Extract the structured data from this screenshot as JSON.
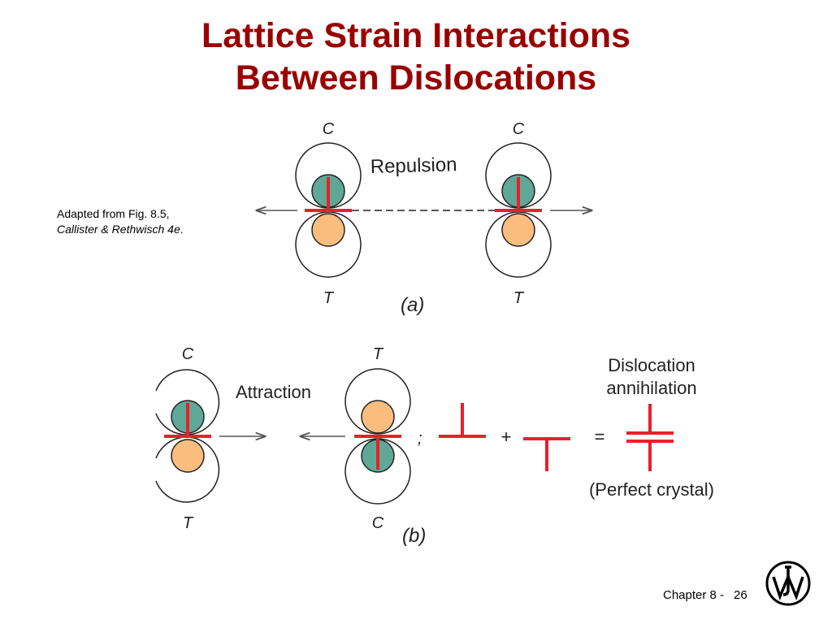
{
  "slide": {
    "title_line1": "Lattice Strain Interactions",
    "title_line2": "Between Dislocations"
  },
  "citation": {
    "prefix": "Adapted from Fig. 8.5, ",
    "source": "Callister & Rethwisch 4e",
    "suffix": "."
  },
  "diagram_a": {
    "top_label_left": "C",
    "top_label_right": "C",
    "bottom_label_left": "T",
    "bottom_label_right": "T",
    "interaction_label": "Repulsion",
    "panel_label": "(a)"
  },
  "diagram_b": {
    "top_label_left": "C",
    "top_label_right": "T",
    "bottom_label_left": "T",
    "bottom_label_right": "C",
    "interaction_label": "Attraction",
    "separator": ";",
    "plus": "+",
    "equals": "=",
    "result_label_line1": "Dislocation",
    "result_label_line2": "annihilation",
    "result_caption": "(Perfect crystal)",
    "panel_label": "(b)"
  },
  "colors": {
    "title": "#990000",
    "dislocation": "#e8202a",
    "compression_fill": "#5fa897",
    "tension_fill": "#fbbd7e"
  },
  "footer": {
    "chapter": "Chapter 8 -",
    "page": "26"
  }
}
